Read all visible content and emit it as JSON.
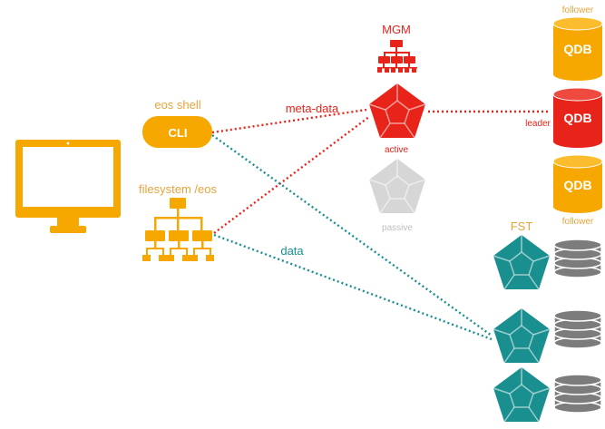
{
  "colors": {
    "orange": "#f7a800",
    "red": "#e8231a",
    "teal": "#1a8f8f",
    "grey_node": "#d6d6d6",
    "disk": "#7c7c7c",
    "meta_line": "#e8231a",
    "data_line": "#1a8f8f",
    "label_orange": "#e8a33c"
  },
  "labels": {
    "eos_shell": "eos shell",
    "cli": "CLI",
    "filesystem": "filesystem /eos",
    "meta_data": "meta-data",
    "data": "data",
    "mgm": "MGM",
    "active": "active",
    "passive": "passive",
    "fst": "FST",
    "follower_top": "follower",
    "leader": "leader",
    "follower_bottom": "follower",
    "qdb": "QDB"
  },
  "icons": {
    "monitor": "monitor-icon",
    "tree": "hierarchy-icon",
    "node": "dodecahedron-icon",
    "disk_stack": "disk-stack-icon",
    "database": "database-cylinder-icon"
  }
}
